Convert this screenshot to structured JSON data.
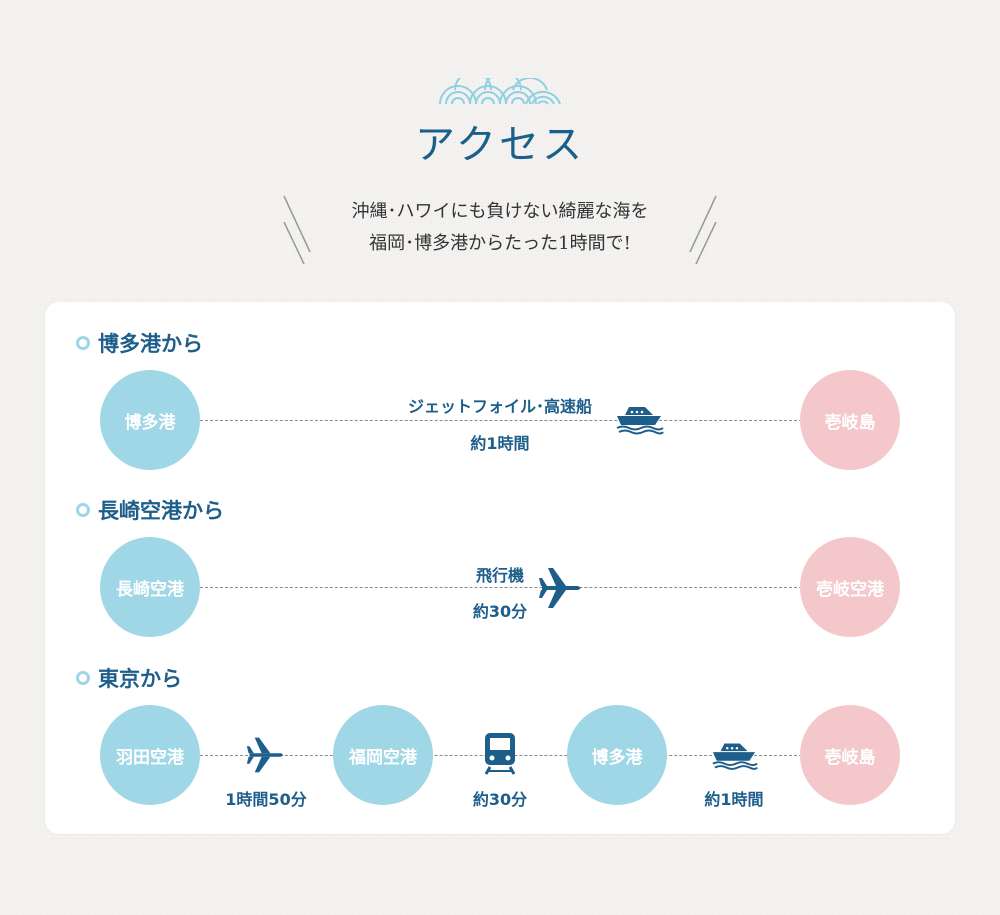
{
  "header": {
    "title": "アクセス",
    "tagline_line1": "沖縄･ハワイにも負けない綺麗な海を",
    "tagline_line2": "福岡･博多港からたった1時間で!"
  },
  "routes": {
    "hakata": {
      "title": "博多港から",
      "origin": "博多港",
      "destination": "壱岐島",
      "mode": "ジェットフォイル･高速船",
      "duration": "約1時間"
    },
    "nagasaki": {
      "title": "長崎空港から",
      "origin": "長崎空港",
      "destination": "壱岐空港",
      "mode": "飛行機",
      "duration": "約30分"
    },
    "tokyo": {
      "title": "東京から",
      "stop1": "羽田空港",
      "stop2": "福岡空港",
      "stop3": "博多港",
      "stop4": "壱岐島",
      "leg1_duration": "1時間50分",
      "leg2_duration": "約30分",
      "leg3_duration": "約1時間"
    }
  },
  "colors": {
    "accent": "#1d5e8a",
    "origin_circle": "#9fd7e6",
    "destination_circle": "#f4c7cb"
  },
  "icons": {
    "ship": "ship-icon",
    "plane": "plane-icon",
    "train": "train-icon",
    "waves": "wave-icon"
  }
}
